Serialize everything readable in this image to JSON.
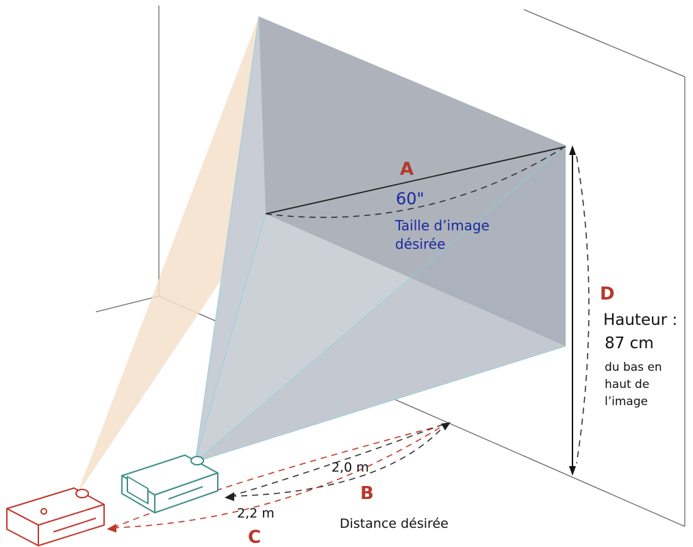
{
  "labels": {
    "a": "A",
    "b": "B",
    "c": "C",
    "d": "D"
  },
  "diagonal": {
    "value": "60\"",
    "caption_line1": "Taille d’image",
    "caption_line2": "désirée"
  },
  "height": {
    "title": "Hauteur :",
    "value": "87 cm",
    "caption_line1": "du bas en",
    "caption_line2": "haut de",
    "caption_line3": "l’image"
  },
  "distance": {
    "near": "2,0 m",
    "far": "2,2 m",
    "caption": "Distance désirée"
  },
  "colors": {
    "label_red": "#b5392c",
    "text_blue": "#1a2aa0",
    "projector_near": "#3f8f86",
    "projector_far": "#c0392b",
    "beam_near": "#c7ccd4",
    "beam_far": "#f6e0cc"
  }
}
